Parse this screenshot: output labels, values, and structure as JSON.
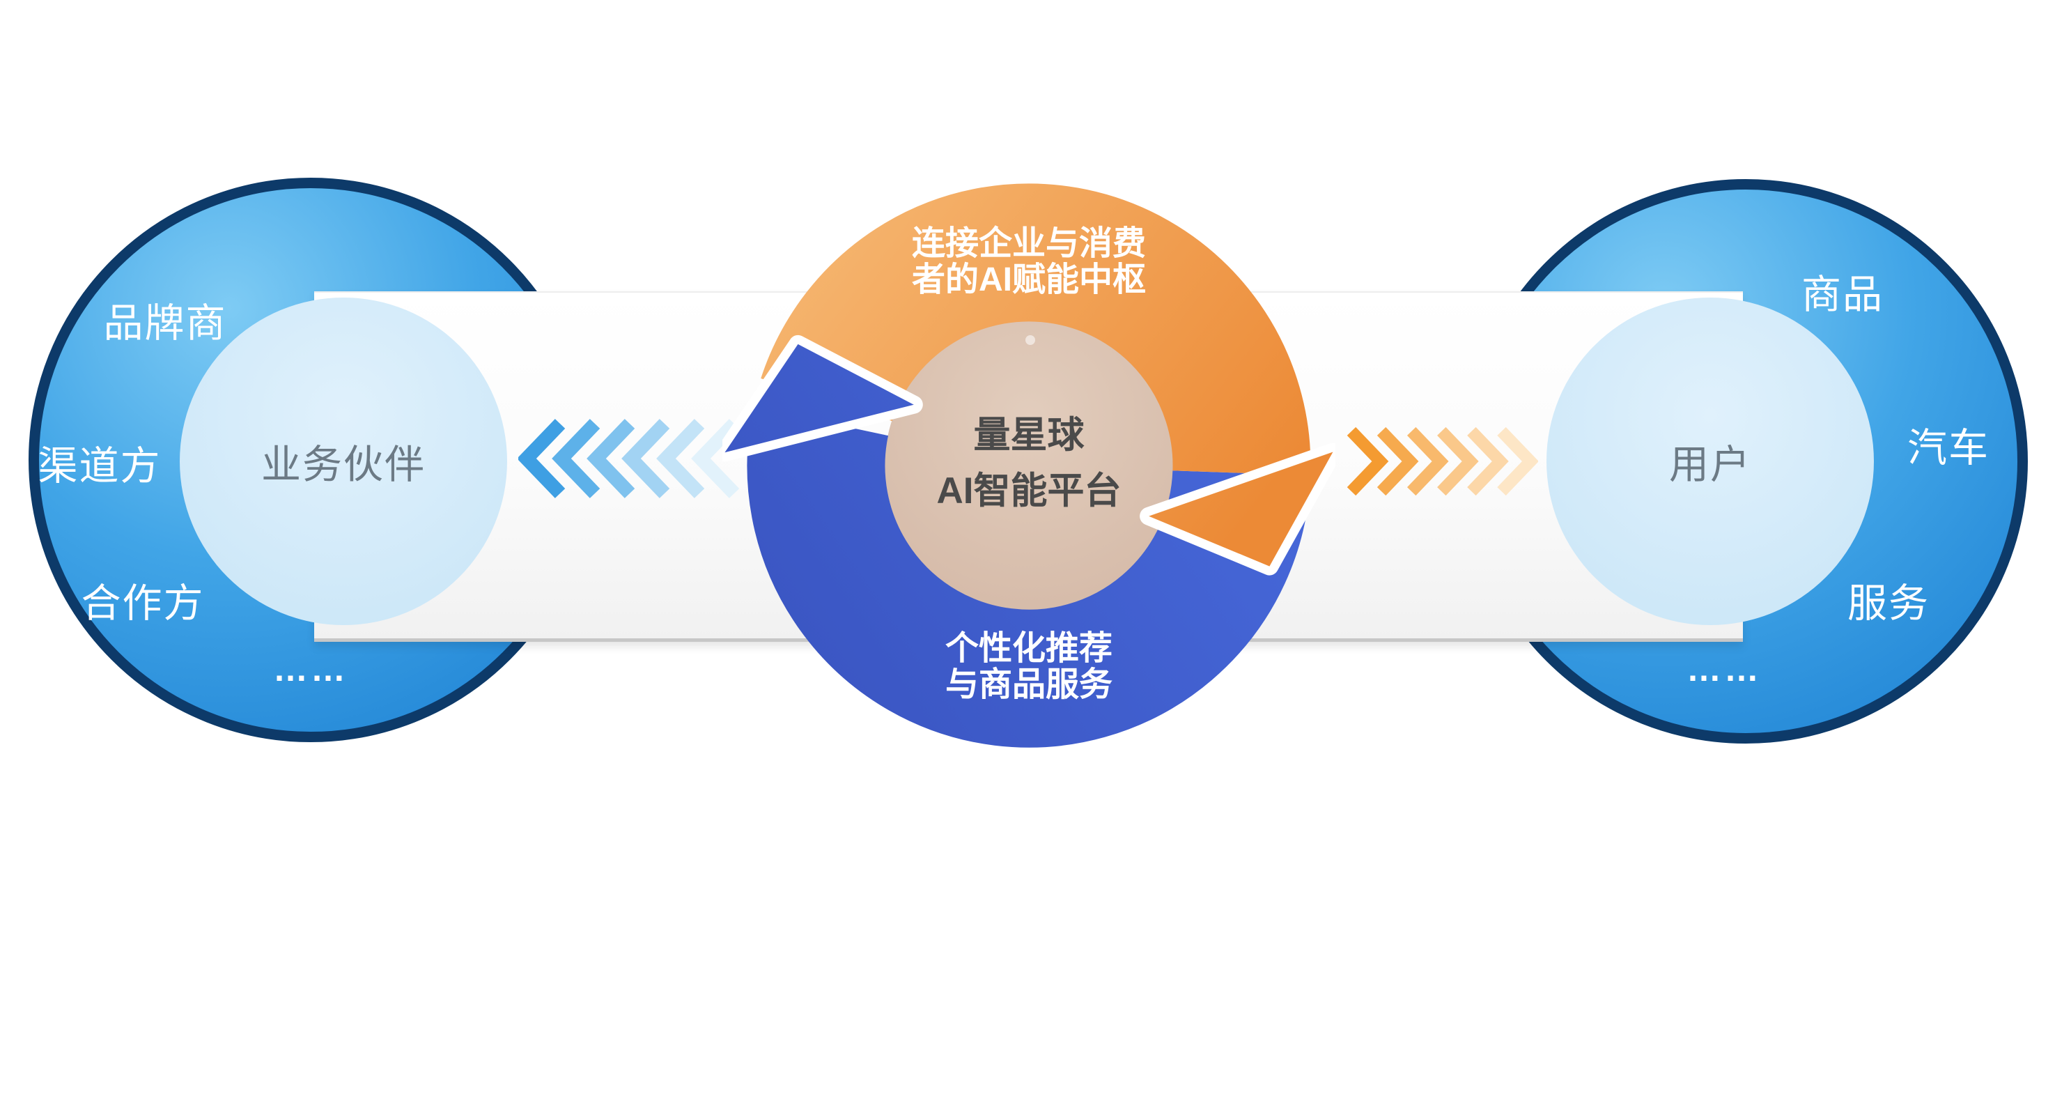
{
  "diagram": {
    "left_circle": {
      "labels": [
        "品牌商",
        "渠道方",
        "合作方",
        "……"
      ],
      "inner_label": "业务伙伴"
    },
    "right_circle": {
      "labels": [
        "商品",
        "汽车",
        "服务",
        "……"
      ],
      "inner_label": "用户"
    },
    "platform": {
      "top_caption_line1": "连接企业与消费",
      "top_caption_line2": "者的AI赋能中枢",
      "core_name_line1": "量星球",
      "core_name_line2": "AI智能平台",
      "bottom_caption_line1": "个性化推荐",
      "bottom_caption_line2": "与商品服务"
    },
    "colors": {
      "ecosystem_circle_border": "#0d3a69",
      "ecosystem_circle_fill": "#2f9ae0",
      "inner_circle_fill": "#cde7f8",
      "orange_arrow": "#ee9040",
      "blue_arrow": "#3f5ec9",
      "core_fill": "#d9bfae",
      "band_edge": "#c7c7c7",
      "chevrons_left": [
        "#3e9fe3",
        "#5db1e9",
        "#7fc2ee",
        "#a2d3f3",
        "#c3e3f7",
        "#e2f2fb"
      ],
      "chevrons_right": [
        "#f49b31",
        "#f6aa4e",
        "#f8b96c",
        "#fac88a",
        "#fcd7a8",
        "#fde6c6"
      ]
    }
  }
}
